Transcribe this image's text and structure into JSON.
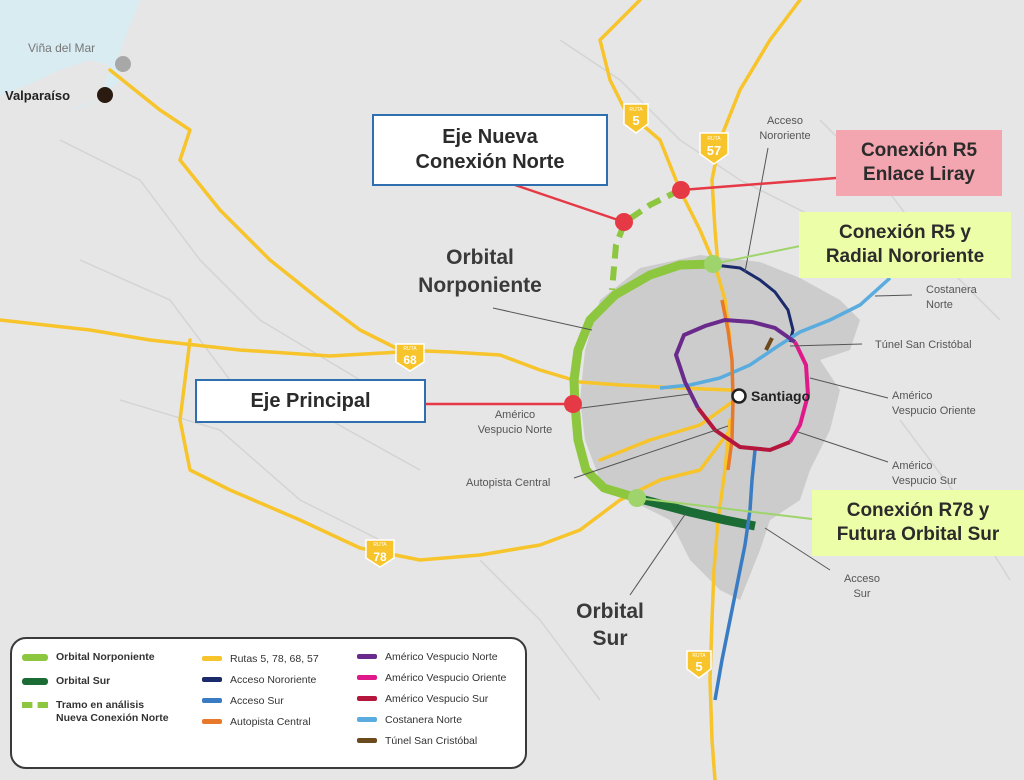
{
  "colors": {
    "sea": "#d9ecf2",
    "land": "#e6e6e6",
    "urban": "#c9c9c9",
    "orbital_norponiente": "#8dc63f",
    "orbital_sur": "#1a6b34",
    "rutas": "#f7c42b",
    "acceso_nororiente": "#1b2a6b",
    "acceso_sur": "#3a7cc3",
    "autopista_central": "#e8782a",
    "americo_vespucio_norte": "#6a2a8c",
    "americo_vespucio_oriente": "#e0198a",
    "americo_vespucio_sur": "#b5163c",
    "costanera_norte": "#5aacdf",
    "tunel_san_cristobal": "#6b4a1e",
    "marker_red": "#e63946",
    "marker_green": "#9ed46b"
  },
  "cities": {
    "vina": "Viña del Mar",
    "valparaiso": "Valparaíso",
    "santiago": "Santiago"
  },
  "route_shields": {
    "label_small": "RUTA",
    "r5_north": "5",
    "r57": "57",
    "r68": "68",
    "r78": "78",
    "r5_south": "5"
  },
  "map_labels": {
    "orbital_norponiente": [
      "Orbital",
      "Norponiente"
    ],
    "orbital_sur": [
      "Orbital",
      "Sur"
    ],
    "acceso_nororiente": [
      "Acceso",
      "Nororiente"
    ],
    "costanera_norte": [
      "Costanera",
      "Norte"
    ],
    "tunel_san_cristobal": "Túnel San Cristóbal",
    "americo_oriente": [
      "Américo",
      "Vespucio Oriente"
    ],
    "americo_sur": [
      "Américo",
      "Vespucio Sur"
    ],
    "americo_norte": [
      "Américo",
      "Vespucio Norte"
    ],
    "autopista_central": "Autopista Central",
    "acceso_sur": [
      "Acceso",
      "Sur"
    ]
  },
  "callouts": {
    "eje_nueva": [
      "Eje Nueva",
      "Conexión Norte"
    ],
    "conexion_liray": [
      "Conexión R5",
      "Enlace Liray"
    ],
    "conexion_radial": [
      "Conexión R5 y",
      "Radial Nororiente"
    ],
    "eje_principal": "Eje Principal",
    "conexion_r78": [
      "Conexión R78 y",
      "Futura Orbital Sur"
    ]
  },
  "legend": {
    "col1": [
      {
        "label": "Orbital Norponiente",
        "color": "#8dc63f",
        "style": "thick"
      },
      {
        "label": "Orbital Sur",
        "color": "#1a6b34",
        "style": "thick"
      },
      {
        "label": "Tramo en análisis\nNueva Conexión Norte",
        "color": "#8dc63f",
        "style": "dashed"
      }
    ],
    "col2": [
      {
        "label": "Rutas 5, 78, 68, 57",
        "color": "#f7c42b",
        "style": "thin"
      },
      {
        "label": "Acceso Nororiente",
        "color": "#1b2a6b",
        "style": "thin"
      },
      {
        "label": "Acceso Sur",
        "color": "#3a7cc3",
        "style": "thin"
      },
      {
        "label": "Autopista Central",
        "color": "#e8782a",
        "style": "thin"
      }
    ],
    "col3": [
      {
        "label": "Américo Vespucio Norte",
        "color": "#6a2a8c",
        "style": "thin"
      },
      {
        "label": "Américo Vespucio Oriente",
        "color": "#e0198a",
        "style": "thin"
      },
      {
        "label": "Américo Vespucio Sur",
        "color": "#b5163c",
        "style": "thin"
      },
      {
        "label": "Costanera Norte",
        "color": "#5aacdf",
        "style": "thin"
      },
      {
        "label": "Túnel San Cristóbal",
        "color": "#6b4a1e",
        "style": "thin"
      }
    ]
  }
}
